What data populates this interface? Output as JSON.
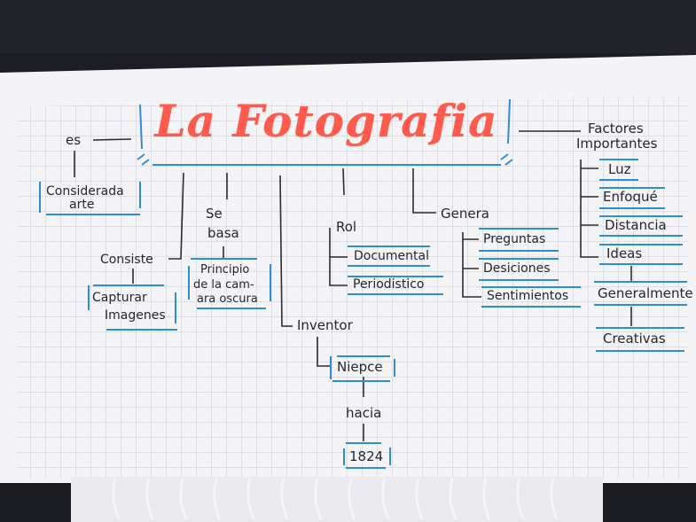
{
  "title": "La Fotografia",
  "colors": {
    "paper": "#f4f4f6",
    "grid": "#c9cdd6",
    "ink": "#26262e",
    "accent": "#ff5a4e",
    "blue": "#2c8fd6"
  },
  "nodes": {
    "es": "es",
    "considerada_1": "Considerada",
    "considerada_2": "arte",
    "consiste": "Consiste",
    "capturar_1": "Capturar",
    "capturar_2": "Imagenes",
    "se_basa_1": "Se",
    "se_basa_2": "basa",
    "principio_1": "Principio",
    "principio_2": "de la cam-",
    "principio_3": "ara oscura",
    "inventor": "Inventor",
    "niepce": "Niepce",
    "hacia": "hacia",
    "year": "1824",
    "rol": "Rol",
    "documental": "Documental",
    "periodistico": "Periodistico",
    "genera": "Genera",
    "preguntas": "Preguntas",
    "desiciones": "Desiciones",
    "sentimientos": "Sentimientos",
    "factores_1": "Factores",
    "factores_2": "Importantes",
    "luz": "Luz",
    "enfoque": "Enfoqué",
    "distancia": "Distancia",
    "ideas": "Ideas",
    "generalmente": "Generalmente",
    "creativas": "Creativas"
  }
}
